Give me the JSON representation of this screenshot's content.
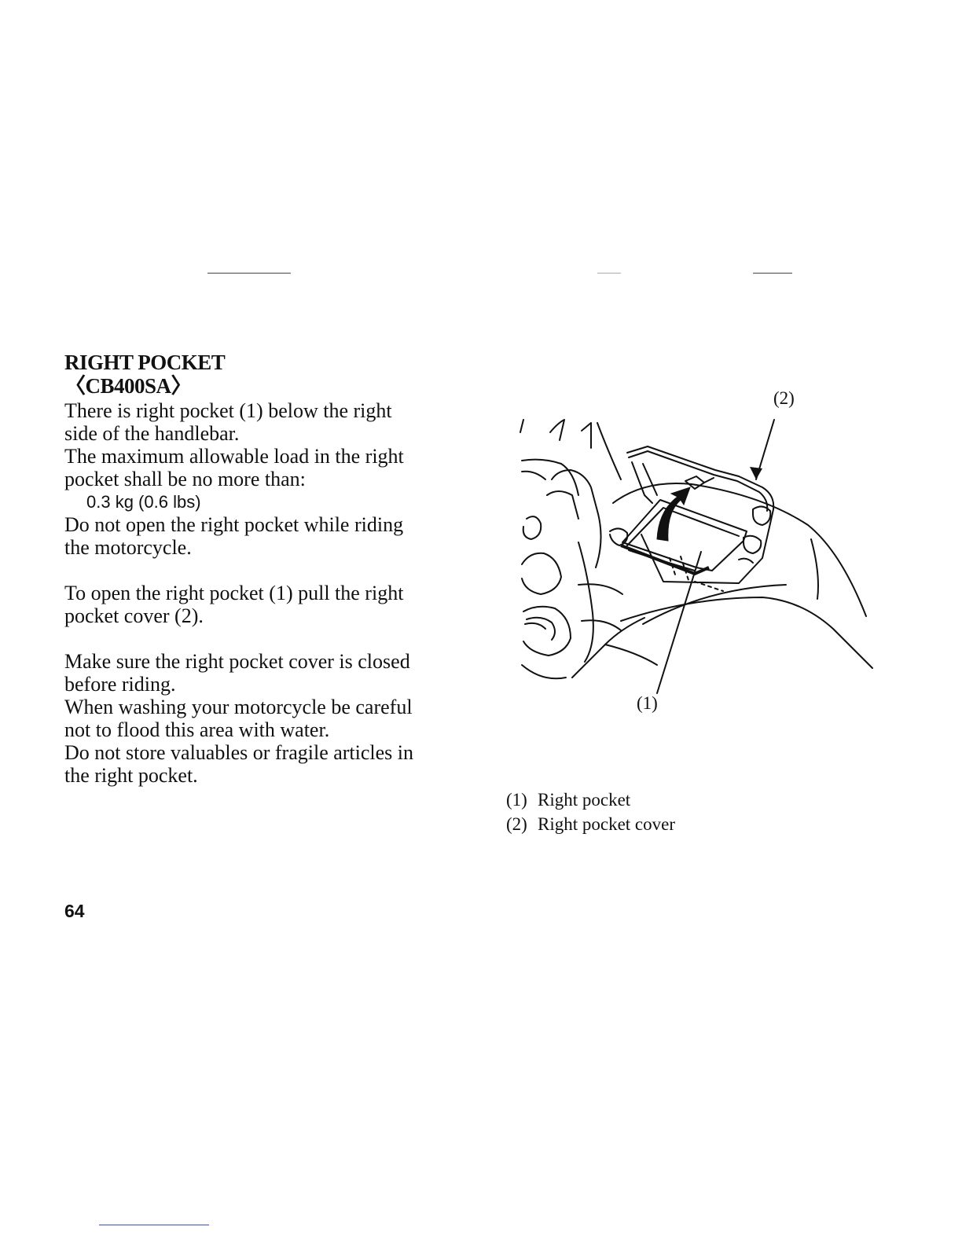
{
  "section": {
    "title": "RIGHT POCKET",
    "model": "〈CB400SA〉"
  },
  "paragraphs": {
    "p1_line1": "There is right pocket (1) below the right",
    "p1_line2": "side of the handlebar.",
    "p2_line1": "The maximum allowable load in the right",
    "p2_line2": "pocket shall be no more than:",
    "spec": "0.3 kg (0.6 lbs)",
    "p3_line1": "Do not open the right pocket while riding",
    "p3_line2": "the motorcycle.",
    "p4_line1": "To open the right pocket (1) pull the right",
    "p4_line2": "pocket cover (2).",
    "p5_line1": "Make sure the right pocket cover is closed",
    "p5_line2": "before riding.",
    "p6_line1": "When washing your motorcycle be careful",
    "p6_line2": "not to flood this area with water.",
    "p7_line1": "Do not store valuables or fragile articles in",
    "p7_line2": "the right pocket."
  },
  "figure": {
    "callout_1": "(1)",
    "callout_2": "(2)"
  },
  "legend": [
    {
      "num": "(1)",
      "label": "Right pocket"
    },
    {
      "num": "(2)",
      "label": "Right pocket cover"
    }
  ],
  "page_number": "64"
}
